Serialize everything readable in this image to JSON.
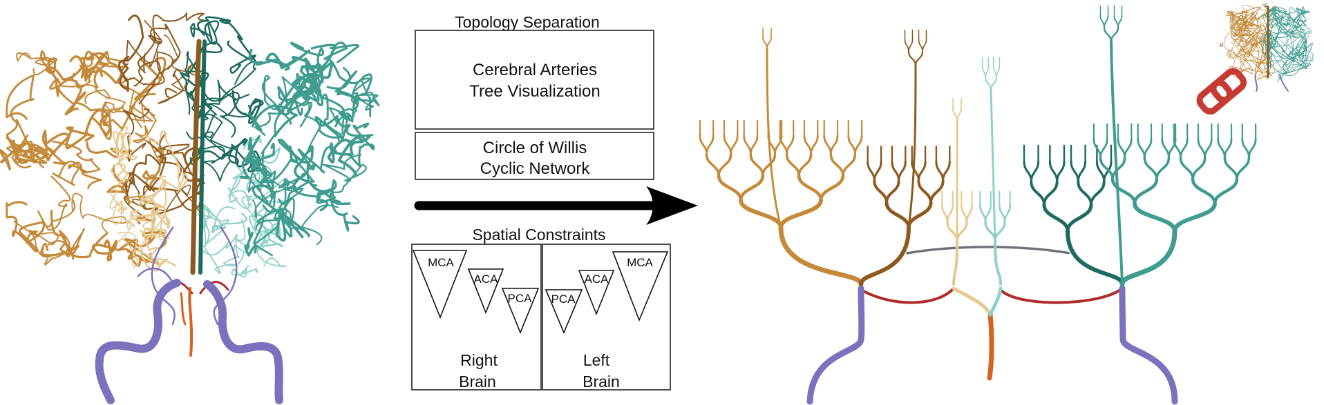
{
  "headings": {
    "topology": "Topology Separation",
    "spatial": "Spatial Constraints"
  },
  "boxes": {
    "tree_line1": "Cerebral Arteries",
    "tree_line2": "Tree Visualization",
    "willis_line1": "Circle of Willis",
    "willis_line2": "Cyclic Network"
  },
  "triangles": {
    "right": [
      {
        "label": "MCA"
      },
      {
        "label": "ACA"
      },
      {
        "label": "PCA"
      }
    ],
    "left": [
      {
        "label": "PCA"
      },
      {
        "label": "ACA"
      },
      {
        "label": "MCA"
      }
    ]
  },
  "brain_labels": {
    "right_line1": "Right",
    "right_line2": "Brain",
    "left_line1": "Left",
    "left_line2": "Brain"
  },
  "inset_labels": {
    "top": "S",
    "left": "R"
  },
  "colors": {
    "right_mca": "#c48a3a",
    "right_aca": "#8c5a1e",
    "right_pca": "#e6c98f",
    "left_pca": "#8fd1c6",
    "left_aca": "#1d6a5e",
    "left_mca": "#3f9c8f",
    "carotid": "#7b72bd",
    "basilar": "#d6621f",
    "communicating": "#b02a2a",
    "link_icon": "#c63a34"
  }
}
